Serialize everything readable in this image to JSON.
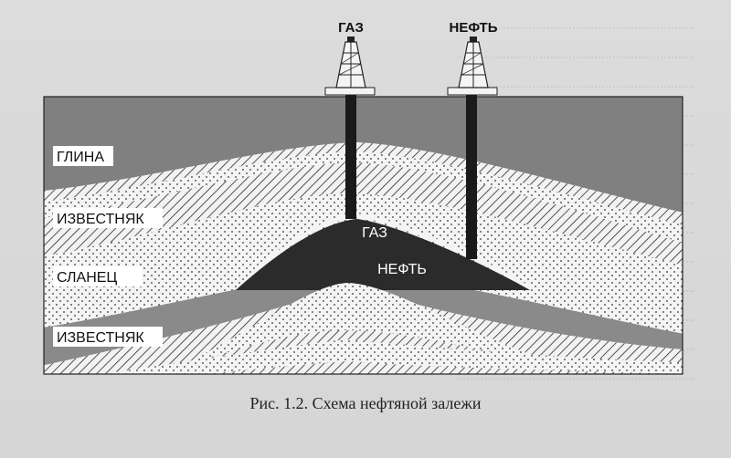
{
  "rigs": {
    "gas": "ГАЗ",
    "oil": "НЕФТЬ"
  },
  "layers": {
    "clay": "ГЛИНА",
    "limestone_top": "ИЗВЕСТНЯК",
    "shale": "СЛАНЕЦ",
    "limestone_bottom": "ИЗВЕСТНЯК"
  },
  "reservoir": {
    "gas": "ГАЗ",
    "oil": "НЕФТЬ"
  },
  "caption": "Рис. 1.2. Схема нефтяной залежи",
  "colors": {
    "clay": "#808080",
    "reservoir": "#2b2b2b",
    "wells": "#1a1a1a",
    "background": "#d9d9d9"
  }
}
